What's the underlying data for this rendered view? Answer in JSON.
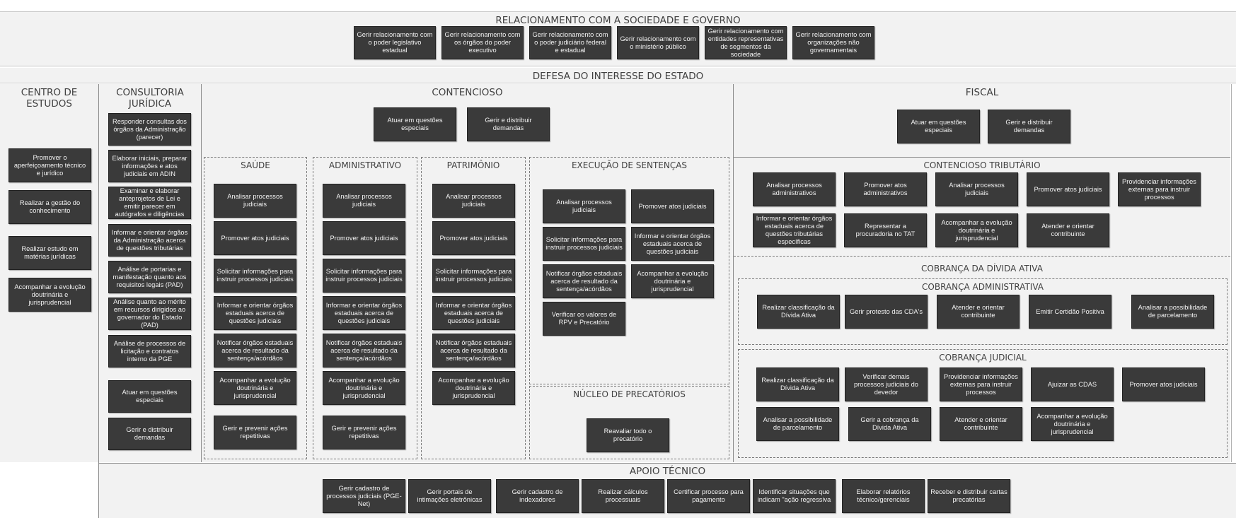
{
  "sections": {
    "relacionamento": {
      "title": "RELACIONAMENTO COM A SOCIEDADE E GOVERNO",
      "boxes": [
        "Gerir relacionamento com o poder legislativo estadual",
        "Gerir relacionamento com os órgãos do poder executivo",
        "Gerir relacionamento com o poder judiciário federal e estadual",
        "Gerir relacionamento com o ministério público",
        "Gerir relacionamento com entidades representativas de segmentos da sociedade",
        "Gerir relacionamento com organizações não governamentais"
      ]
    },
    "defesa": {
      "title": "DEFESA DO INTERESSE DO ESTADO"
    },
    "centro": {
      "title": "CENTRO DE ESTUDOS",
      "boxes": [
        "Promover o aperfeiçoamento técnico e jurídico",
        "Realizar a gestão do conhecimento",
        "Realizar estudo em matérias jurídicas",
        "Acompanhar a evolução doutrinária e jurisprudencial"
      ]
    },
    "consultoria": {
      "title": "CONSULTORIA JURÍDICA",
      "boxes": [
        "Responder consultas dos órgãos da Administração (parecer)",
        "Elaborar iniciais, preparar informações e atos judiciais em ADIN",
        "Examinar e elaborar anteprojetos de Lei e emitir parecer em autógrafos e diligências",
        "Informar e orientar órgãos da Administração acerca de questões tributárias",
        "Análise de portarias e manifestação quanto aos requisitos legais (PAD)",
        "Análise quanto ao mérito em recursos dirigidos ao governador do Estado (PAD)",
        "Análise de processos de licitação e contratos interno da PGE",
        "Atuar em questões especiais",
        "Gerir e distribuir demandas"
      ]
    },
    "contencioso": {
      "title": "CONTENCIOSO",
      "boxes": [
        "Atuar em questões especiais",
        "Gerir e distribuir demandas"
      ],
      "saude": {
        "title": "SAÚDE",
        "boxes": [
          "Analisar processos judiciais",
          "Promover atos judiciais",
          "Solicitar informações para instruir processos judiciais",
          "Informar e orientar órgãos estaduais acerca de questões judiciais",
          "Notificar órgãos estaduais acerca de resultado da sentença/acórdãos",
          "Acompanhar a evolução doutrinária e jurisprudencial",
          "Gerir e prevenir ações repetitivas"
        ]
      },
      "administrativo": {
        "title": "ADMINISTRATIVO",
        "boxes": [
          "Analisar processos judiciais",
          "Promover atos judiciais",
          "Solicitar informações para instruir processos judiciais",
          "Informar e orientar órgãos estaduais acerca de questões judiciais",
          "Notificar órgãos estaduais acerca de resultado da sentença/acórdãos",
          "Acompanhar a evolução doutrinária e jurisprudencial",
          "Gerir e prevenir ações repetitivas"
        ]
      },
      "patrimonio": {
        "title": "PATRIMÔNIO",
        "boxes": [
          "Analisar processos judiciais",
          "Promover atos judiciais",
          "Solicitar informações para instruir processos judiciais",
          "Informar e orientar órgãos estaduais acerca de questões judiciais",
          "Notificar órgãos estaduais acerca de resultado da sentença/acórdãos",
          "Acompanhar a evolução doutrinária e jurisprudencial"
        ]
      },
      "execucao": {
        "title": "EXECUÇÃO DE SENTENÇAS",
        "boxes": [
          "Analisar processos judiciais",
          "Promover atos judiciais",
          "Solicitar informações para instruir processos judiciais",
          "Informar e orientar órgãos estaduais acerca de questões judiciais",
          "Notificar órgãos estaduais acerca de resultado da sentença/acórdãos",
          "Acompanhar a evolução doutrinária e jurisprudencial",
          "Verificar os valores de RPV e Precatório"
        ]
      },
      "precatorios": {
        "title": "NÚCLEO DE PRECATÓRIOS",
        "boxes": [
          "Reavaliar todo o precatório"
        ]
      }
    },
    "fiscal": {
      "title": "FISCAL",
      "boxes": [
        "Atuar em questões especiais",
        "Gerir e distribuir demandas"
      ],
      "tributario": {
        "title": "CONTENCIOSO TRIBUTÁRIO",
        "boxes": [
          "Analisar processos administrativos",
          "Promover atos administrativos",
          "Analisar processos judiciais",
          "Promover atos judiciais",
          "Providenciar informações externas para instruir processos",
          "Informar e orientar órgãos estaduais acerca de questões tributárias específicas",
          "Representar a procuradoria no TAT",
          "Acompanhar a evolução doutrinária e jurisprudencial",
          "Atender e orientar contribuinte"
        ]
      },
      "cobranca": {
        "title": "COBRANÇA DA DÍVIDA ATIVA",
        "administrativa": {
          "title": "COBRANÇA ADMINISTRATIVA",
          "boxes": [
            "Realizar classificação da Dívida Ativa",
            "Gerir protesto das CDA's",
            "Atender e orientar contribuinte",
            "Emitir Certidão Positiva",
            "Analisar a possibilidade de parcelamento"
          ]
        },
        "judicial": {
          "title": "COBRANÇA JUDICIAL",
          "boxes": [
            "Realizar classificação da Dívida Ativa",
            "Verificar demais processos judiciais do devedor",
            "Providenciar informações externas para instruir processos",
            "Ajuizar as CDAS",
            "Promover atos judiciais",
            "Analisar a possibilidade de parcelamento",
            "Gerir a cobrança da Dívida Ativa",
            "Atender e orientar contribuinte",
            "Acompanhar a evolução doutrinária e jurisprudencial"
          ]
        }
      }
    },
    "apoio": {
      "title": "APOIO TÉCNICO",
      "boxes": [
        "Gerir cadastro de processos judiciais (PGE-Net)",
        "Gerir portais de intimações eletrônicas",
        "Gerir cadastro de indexadores",
        "Realizar cálculos processuais",
        "Certificar processo para pagamento",
        "Identificar situações que indicam \"ação regressiva",
        "Elaborar relatórios técnico/gerenciais",
        "Receber e distribuir cartas precatórias"
      ]
    }
  }
}
